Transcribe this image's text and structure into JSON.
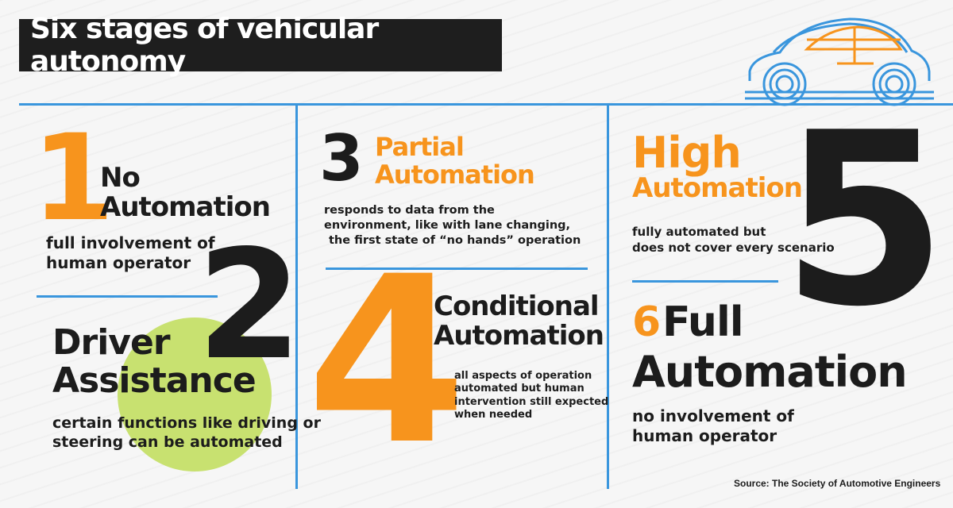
{
  "title": "Six stages of vehicular autonomy",
  "colors": {
    "accent_orange": "#f7941d",
    "accent_blue": "#3a96dd",
    "dark": "#1e1e1e",
    "green": "#c8e170"
  },
  "icon": "car-icon",
  "stages": [
    {
      "number": "1",
      "title_line1": "No",
      "title_line2": "Automation",
      "desc_line1": "full involvement of",
      "desc_line2": "human operator"
    },
    {
      "number": "2",
      "title_line1": "Driver",
      "title_line2": "Assistance",
      "desc_line1": "certain functions like driving or",
      "desc_line2": "steering can be automated"
    },
    {
      "number": "3",
      "title_line1": "Partial",
      "title_line2": "Automation",
      "desc_line1": "responds to data from the",
      "desc_line2": "environment, like with lane changing,",
      "desc_line3": "the first state of “no hands” operation"
    },
    {
      "number": "4",
      "title_line1": "Conditional",
      "title_line2": "Automation",
      "desc_line1": "all aspects of operation",
      "desc_line2": "automated but human",
      "desc_line3": "intervention still expected",
      "desc_line4": "when needed"
    },
    {
      "number": "5",
      "title_line1": "High",
      "title_line2": "Automation",
      "desc_line1": "fully automated but",
      "desc_line2": "does not cover every scenario"
    },
    {
      "number": "6",
      "title_line1": "Full",
      "title_line2": "Automation",
      "desc_line1": "no involvement of",
      "desc_line2": "human operator"
    }
  ],
  "source": "Source: The Society of Automotive Engineers"
}
